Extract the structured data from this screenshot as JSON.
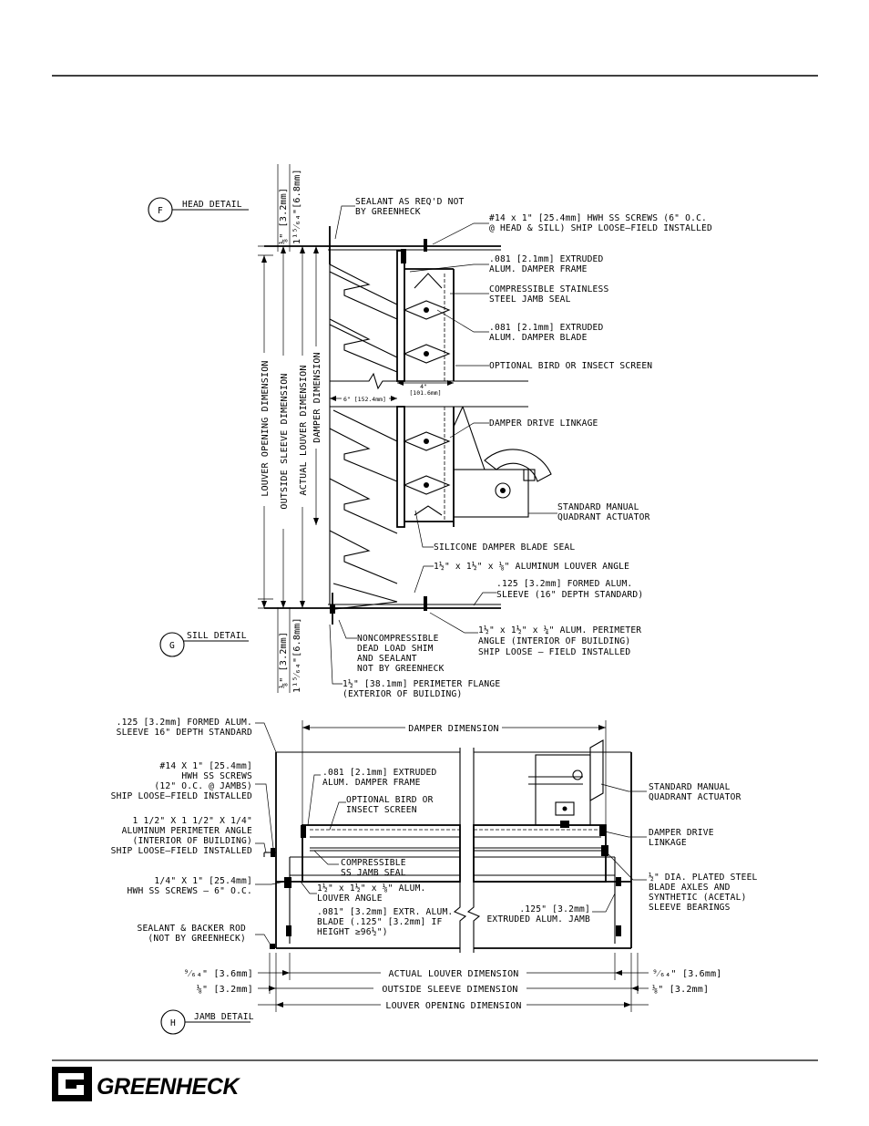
{
  "details": {
    "head": {
      "marker": "F",
      "title": "HEAD DETAIL",
      "callouts": {
        "sealant": [
          "SEALANT AS REQ'D NOT",
          "BY GREENHECK"
        ],
        "screws": [
          "#14 x 1\" [25.4mm] HWH SS SCREWS (6\" O.C.",
          "@ HEAD & SILL) SHIP LOOSE—FIELD INSTALLED"
        ],
        "frame": [
          ".081 [2.1mm] EXTRUDED",
          "ALUM. DAMPER FRAME"
        ],
        "jamb_seal": [
          "COMPRESSIBLE STAINLESS",
          "STEEL JAMB SEAL"
        ],
        "blade": [
          ".081 [2.1mm] EXTRUDED",
          "ALUM. DAMPER BLADE"
        ],
        "screen": [
          "OPTIONAL BIRD OR INSECT SCREEN"
        ],
        "linkage": [
          "DAMPER DRIVE LINKAGE"
        ],
        "actuator": [
          "STANDARD MANUAL",
          "QUADRANT ACTUATOR"
        ],
        "blade_seal": [
          "SILICONE DAMPER BLADE SEAL"
        ],
        "louver_angle": [
          "1½\" x 1½\" x ⅛\" ALUMINUM LOUVER ANGLE"
        ],
        "sleeve": [
          ".125 [3.2mm] FORMED ALUM.",
          "SLEEVE (16\" DEPTH STANDARD)"
        ]
      },
      "dimensions": {
        "louver_opening": "LOUVER OPENING DIMENSION",
        "outside_sleeve": "OUTSIDE SLEEVE DIMENSION",
        "actual_louver": "ACTUAL LOUVER DIMENSION",
        "damper": "DAMPER DIMENSION",
        "top_gap_a": "⅛\" [3.2mm]",
        "top_gap_b": "1¹⁵⁄₆₄\"[6.8mm]",
        "bottom_gap_a": "⅛\" [3.2mm]",
        "bottom_gap_b": "1¹⁵⁄₆₄\"[6.8mm]",
        "six_inch": "6\" [152.4mm]",
        "four_inch_a": "4\"",
        "four_inch_b": "[101.6mm]"
      }
    },
    "sill": {
      "marker": "G",
      "title": "SILL DETAIL",
      "callouts": {
        "shim": [
          "NONCOMPRESSIBLE",
          "DEAD LOAD SHIM",
          "AND SEALANT",
          "NOT BY GREENHECK"
        ],
        "perimeter_angle": [
          "1½\" x 1½\" x ¼\" ALUM. PERIMETER",
          "ANGLE (INTERIOR OF BUILDING)",
          "SHIP LOOSE — FIELD INSTALLED"
        ],
        "flange": [
          "1½\" [38.1mm] PERIMETER FLANGE",
          "(EXTERIOR OF BUILDING)"
        ]
      }
    },
    "jamb": {
      "marker": "H",
      "title": "JAMB DETAIL",
      "callouts": {
        "sleeve": [
          ".125 [3.2mm] FORMED ALUM.",
          "SLEEVE 16\" DEPTH STANDARD"
        ],
        "screws": [
          "#14 X 1\" [25.4mm]",
          "HWH SS SCREWS",
          "(12\" O.C. @ JAMBS)",
          "SHIP LOOSE—FIELD INSTALLED"
        ],
        "perimeter_angle": [
          "1 1/2\" X 1 1/2\" X 1/4\"",
          "ALUMINUM PERIMETER ANGLE",
          "(INTERIOR OF BUILDING)",
          "SHIP LOOSE—FIELD INSTALLED"
        ],
        "hwh_screws": [
          "1/4\" X 1\" [25.4mm]",
          "HWH SS SCREWS — 6\" O.C."
        ],
        "sealant": [
          "SEALANT & BACKER ROD",
          "(NOT BY GREENHECK)"
        ],
        "frame": [
          ".081 [2.1mm] EXTRUDED",
          "ALUM. DAMPER FRAME"
        ],
        "screen": [
          "OPTIONAL BIRD OR",
          "INSECT SCREEN"
        ],
        "jamb_seal": [
          "COMPRESSIBLE",
          "SS JAMB SEAL"
        ],
        "louver_angle": [
          "1½\" x 1½\" x ⅛\" ALUM.",
          "LOUVER ANGLE"
        ],
        "blade": [
          ".081\" [3.2mm] EXTR. ALUM.",
          "BLADE (.125\" [3.2mm] IF",
          "HEIGHT ≥96½\")"
        ],
        "extruded_jamb": [
          ".125\" [3.2mm]",
          "EXTRUDED ALUM. JAMB"
        ],
        "actuator": [
          "STANDARD MANUAL",
          "QUADRANT ACTUATOR"
        ],
        "linkage": [
          "DAMPER DRIVE",
          "LINKAGE"
        ],
        "axles": [
          "½\" DIA. PLATED STEEL",
          "BLADE AXLES AND",
          "SYNTHETIC (ACETAL)",
          "SLEEVE BEARINGS"
        ]
      },
      "dimensions": {
        "damper": "DAMPER DIMENSION",
        "actual_louver": "ACTUAL LOUVER DIMENSION",
        "outside_sleeve": "OUTSIDE SLEEVE DIMENSION",
        "louver_opening": "LOUVER OPENING DIMENSION",
        "left_a": "⁹⁄₆₄\" [3.6mm]",
        "left_b": "⅛\" [3.2mm]",
        "right_a": "⁹⁄₆₄\" [3.6mm]",
        "right_b": "⅛\" [3.2mm]"
      }
    }
  },
  "footer": {
    "brand": "GREENHECK",
    "logo_icon": "greenheck-g-logo-icon"
  }
}
